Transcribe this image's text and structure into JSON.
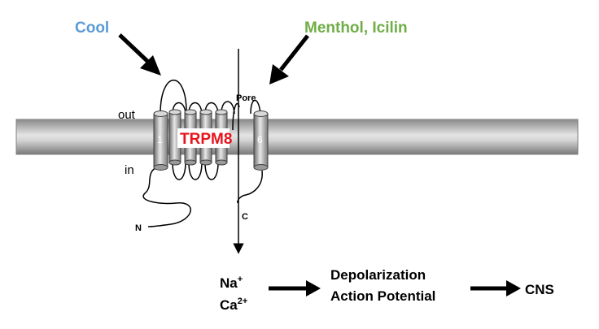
{
  "labels": {
    "stimulus_cool": "Cool",
    "stimulus_menthol": "Menthol, Icilin",
    "side_out": "out",
    "side_in": "in",
    "pore": "Pore",
    "channel_name": "TRPM8",
    "segment_first": "1",
    "segment_last": "6",
    "terminal_n": "N",
    "terminal_c": "C",
    "ion_na_base": "Na",
    "ion_na_charge": "+",
    "ion_ca_base": "Ca",
    "ion_ca_charge": "2+",
    "outcome_line1": "Depolarization",
    "outcome_line2": "Action Potential",
    "destination": "CNS"
  },
  "colors": {
    "cool": "#5b9bd5",
    "menthol": "#70ad47",
    "channel_name": "#e8141c",
    "text": "#000000"
  }
}
